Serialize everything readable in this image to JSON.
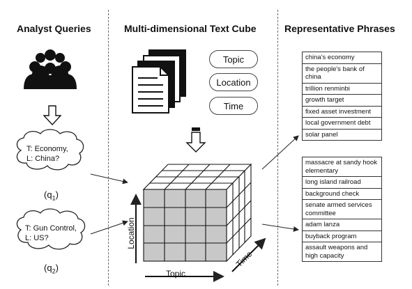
{
  "columns": {
    "left_title": "Analyst Queries",
    "middle_title": "Multi-dimensional Text Cube",
    "right_title": "Representative Phrases"
  },
  "dimensions": [
    "Topic",
    "Location",
    "Time"
  ],
  "queries": [
    {
      "line1": "T: Economy,",
      "line2": "L: China?",
      "label": "q",
      "sub": "1"
    },
    {
      "line1": "T: Gun Control,",
      "line2": "L: US?",
      "label": "q",
      "sub": "2"
    }
  ],
  "cube_axes": {
    "x": "Topic",
    "y": "Location",
    "z": "Time"
  },
  "phrases_q1": [
    "china's economy",
    "the people's bank of china",
    "trillion renminbi",
    "growth target",
    "fixed asset investment",
    "local government debt",
    "solar panel"
  ],
  "phrases_q2": [
    "massacre at sandy hook elementary",
    "long island railroad",
    "background check",
    "senate armed services committee",
    "adam lanza",
    "buyback program",
    "assault weapons and high capacity"
  ]
}
